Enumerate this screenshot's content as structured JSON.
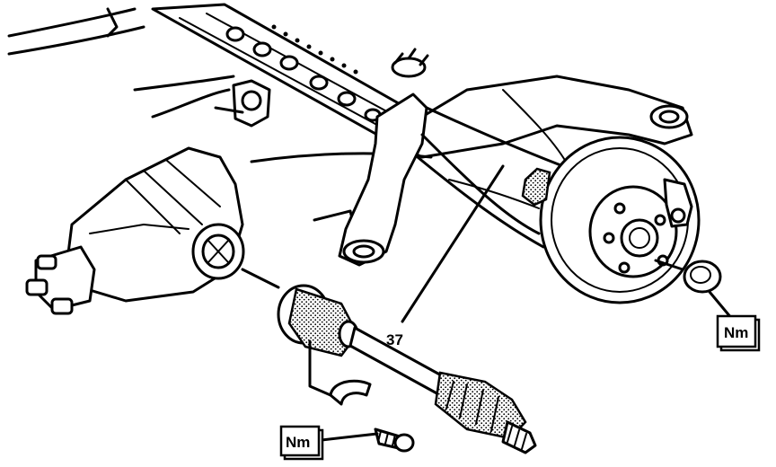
{
  "callouts": {
    "part_number": "37",
    "torque_label_wheel": "Nm",
    "torque_label_bolt": "Nm"
  }
}
